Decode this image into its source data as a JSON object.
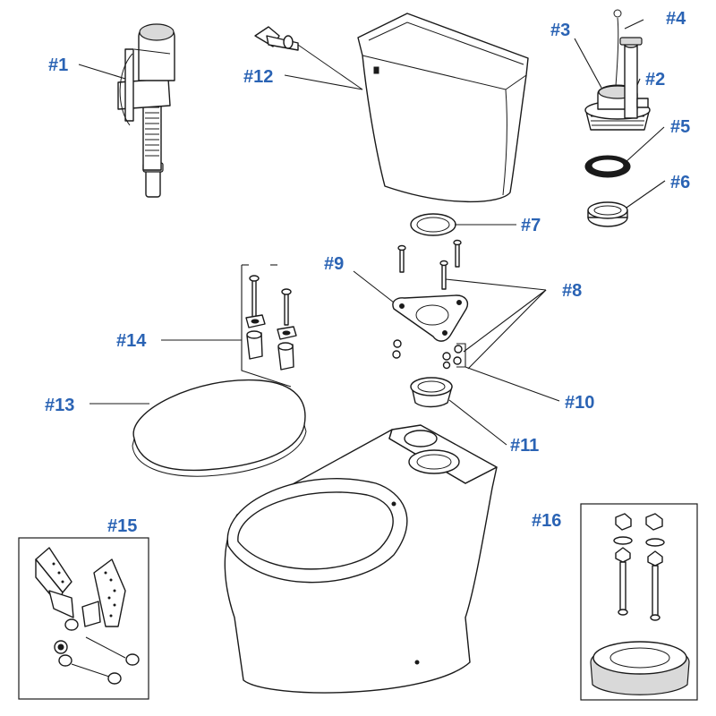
{
  "labels": {
    "p1": "#1",
    "p2": "#2",
    "p3": "#3",
    "p4": "#4",
    "p5": "#5",
    "p6": "#6",
    "p7": "#7",
    "p8": "#8",
    "p9": "#9",
    "p10": "#10",
    "p11": "#11",
    "p12": "#12",
    "p13": "#13",
    "p14": "#14",
    "p15": "#15",
    "p16": "#16"
  },
  "colors": {
    "label": "#2a63b4",
    "line": "#1a1a1a",
    "background": "#ffffff"
  }
}
